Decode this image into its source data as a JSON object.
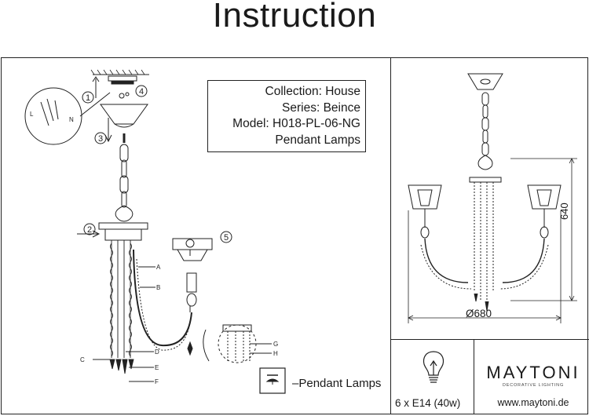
{
  "title": "Instruction",
  "info": {
    "collection": "Collection:  House",
    "series": "Series: Beince",
    "model": "Model: H018-PL-06-NG",
    "type": "Pendant Lamps"
  },
  "steps": [
    "1",
    "2",
    "3",
    "4",
    "5"
  ],
  "part_labels": [
    "A",
    "B",
    "C",
    "D",
    "E",
    "F",
    "G",
    "H",
    "L",
    "N"
  ],
  "legend": {
    "text": "–Pendant Lamps"
  },
  "dimensions": {
    "height": "640",
    "diameter": "Ø680"
  },
  "bulb": {
    "label": "6 x E14 (40w)"
  },
  "brand": {
    "name": "MAYTONI",
    "tagline": "DECORATIVE LIGHTING",
    "url": "www.maytoni.de"
  }
}
